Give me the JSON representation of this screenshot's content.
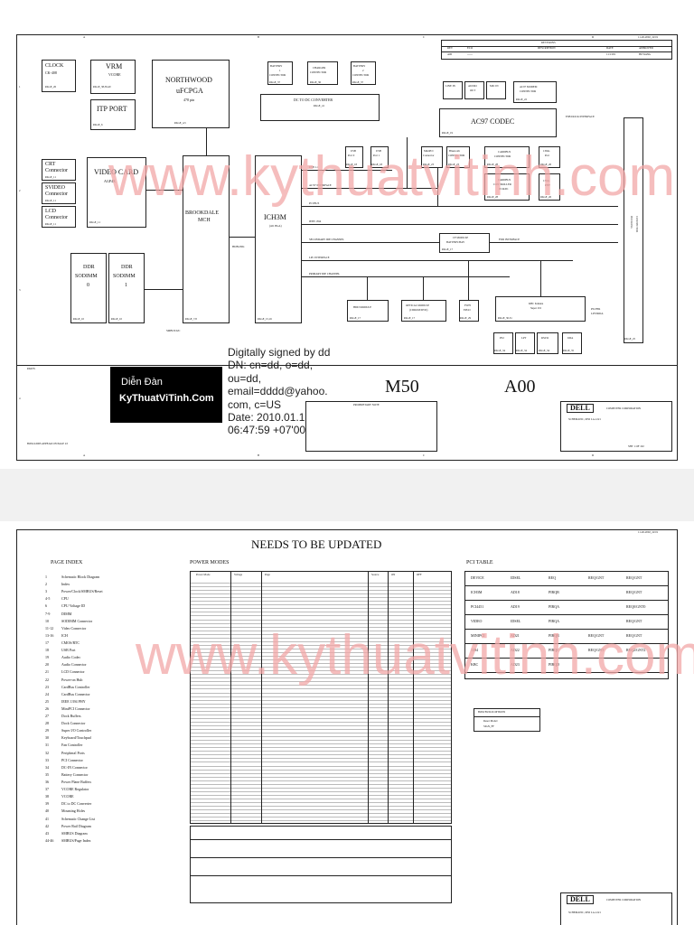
{
  "sheet1": {
    "corner_date": "11-26-2002_22:01",
    "col_labels": [
      "A",
      "B",
      "C",
      "D"
    ],
    "row_labels": [
      "1",
      "2",
      "3",
      "4"
    ],
    "blocks": {
      "clock": {
        "title": "CLOCK",
        "sub": "CK-408",
        "page": "PAGE_26"
      },
      "vrm": {
        "title": "VRM",
        "sub": "VCORE",
        "page": "PAGE_38,39,40"
      },
      "northwood": {
        "title": "NORTHWOOD",
        "title2": "uFCPGA",
        "sub": "478 pin",
        "page": "PAGE_4,5"
      },
      "itp": {
        "title": "ITP PORT",
        "page": "PAGE_6"
      },
      "crt": {
        "title": "CRT",
        "title2": "Connector",
        "page": "PAGE_11"
      },
      "svideo": {
        "title": "SVIDEO",
        "title2": "Connector",
        "page": "PAGE_11"
      },
      "lcd": {
        "title": "LCD",
        "title2": "Connector",
        "page": "PAGE_11"
      },
      "video": {
        "title": "VIDEO CARD",
        "sub": "AGP4X",
        "page": "PAGE_11"
      },
      "mch": {
        "title": "BROOKDALE",
        "title2": "MCH",
        "page": "PAGE_7,8"
      },
      "ddr0": {
        "title": "DDR",
        "title2": "SODIMM",
        "title3": "0",
        "page": "PAGE_10"
      },
      "ddr1": {
        "title": "DDR",
        "title2": "SODIMM",
        "title3": "1",
        "page": "PAGE_10"
      },
      "ich": {
        "title": "ICH3M",
        "sub": "(421 BGA)",
        "page": "PAGE_15,16"
      },
      "battery1": {
        "title": "BATTERY",
        "title2": "1",
        "title3": "CONNECTOR",
        "page": "PAGE_37"
      },
      "charger": {
        "title": "CHARGER",
        "title2": "CONNECTOR",
        "page": "PAGE_36"
      },
      "battery2": {
        "title": "BATTERY",
        "title2": "2",
        "title3": "CONNECTOR",
        "page": "PAGE_37"
      },
      "dcdc": {
        "title": "DC TO DC CONVERTER",
        "page": "PAGE_41"
      },
      "linein": {
        "title": "LINE IN"
      },
      "audioout": {
        "title": "AUDIO",
        "title2": "OUT"
      },
      "micin": {
        "title": "MIC IN"
      },
      "modem": {
        "title": "AC97 MODEM",
        "title2": "CONNECTOR",
        "page": "PAGE_22"
      },
      "codec": {
        "title": "AC97 CODEC",
        "page": "PAGE_19"
      },
      "usb0": {
        "title": "USB",
        "title2": "Port 0",
        "page": "PAGE_18"
      },
      "usb1": {
        "title": "USB",
        "title2": "Port 1",
        "page": "PAGE_18"
      },
      "minipci": {
        "title": "MiniPCI",
        "title2": "Connector",
        "page": "PAGE_23"
      },
      "bluetooth": {
        "title": "Bluetooth",
        "title2": "CONNECTOR",
        "page": "PAGE_23"
      },
      "cardbus": {
        "title": "CARDBUS",
        "title2": "CONNECTOR",
        "page": "PAGE_28"
      },
      "port1394": {
        "title": "1394a",
        "title2": "Port",
        "page": "PAGE_26"
      },
      "cardbusctl": {
        "title": "CARDBUS",
        "title2": "CONTROLLER",
        "title3": "PCI4451",
        "page": "PAGE_28"
      },
      "phy1394": {
        "title": "1394a",
        "title2": "PHY",
        "page": "PAGE_26"
      },
      "cfmodule": {
        "title": "CF MODULE",
        "title2": "BATTERY/BAY",
        "page": "PAGE_17"
      },
      "hddmodule": {
        "title": "HDD MODULE",
        "page": "PAGE_17"
      },
      "optical": {
        "title": "OPTICAL MODULE",
        "title2": "(CDROM/DVD)",
        "page": "PAGE_17"
      },
      "fwh": {
        "title": "FWH",
        "title2": "EPLD",
        "page": "PAGE_29"
      },
      "kbc": {
        "title": "KBC Kahuna",
        "title2": "Super I/O",
        "page": "PAGE_30,31"
      },
      "ps2": {
        "title": "PS2",
        "page": "PAGE_34"
      },
      "lpt": {
        "title": "LPT",
        "page": "PAGE_34"
      },
      "rs232": {
        "title": "RS232",
        "page": "PAGE_34"
      },
      "irda": {
        "title": "IrDA",
        "page": "PAGE_35"
      },
      "ps2lpt": {
        "title": "PS2/FIR",
        "title2": "LPT/IRDA"
      },
      "dock": {
        "title": "DOCKING",
        "title2": "CONNECTOR",
        "page": "PAGE_25"
      }
    },
    "buses": {
      "usb": "USB 1.1",
      "ac97": "AC'97 INTERFACE",
      "pci": "PCI BUS",
      "ieee": "IEEE 1394",
      "secondary_ide": "SECONDARY IDE CHANNEL",
      "lpc": "LPC INTERFACE",
      "primary_ide": "PRIMARY IDE CHANNEL",
      "pcmcia": "FDD INTERFACE",
      "hublink": "HUBLINK",
      "smbus": "SMBUS/I2C",
      "dock_interface": "ESB DOCK INTERFACE"
    },
    "revision_header": "REVISIONS",
    "revision_cols": [
      "REV",
      "ECO",
      "DESCRIPTION",
      "DATE",
      "APPROVED"
    ],
    "revision_row": [
      "A00",
      "------",
      "",
      "11/13/01",
      "HUWANG"
    ],
    "parts_title": "PARTS",
    "boms_note": "BOM ADDS APPEAR ON PAGE 43",
    "model": "M50",
    "revision": "A00",
    "proprietary": "PROPRIETARY NOTE",
    "company": "DELL",
    "company_sub": "COMPUTER CORPORATION",
    "schematic_title": "SCHEMATIC, M50 LA-1221",
    "sheet_text": "SHT 1 OF 102",
    "watermark_brand": "Diễn Đàn",
    "watermark_site": "KyThuatViTinh.Com",
    "signature": {
      "line1": "Digitally signed by dd",
      "line2": "DN: cn=dd, o=dd,",
      "line3": "ou=dd,",
      "line4": "email=dddd@yahoo.",
      "line5": "com, c=US",
      "line6": "Date: 2010.01.13",
      "line7": "06:47:59 +07'00'"
    },
    "wm_url": "www.kythuatvitinh.com"
  },
  "sheet2": {
    "corner_date": "11-26-2002_22:01",
    "title": "NEEDS TO BE UPDATED",
    "page_index_title": "PAGE INDEX",
    "power_modes_title": "POWER MODES",
    "pci_table_title": "PCI TABLE",
    "power_cols": [
      "Power Mode",
      "Voltage",
      "Page",
      "Source",
      "ON",
      "OFF"
    ],
    "bom_title": "BOM BUILD OPTIONS",
    "bom_rows": [
      "Reser Model",
      "SIGN_FF"
    ],
    "pci_rows": [
      [
        "DEVICE",
        "IDSEL",
        "REQ",
        "REQ/GNT",
        "REQ/GNT"
      ],
      [
        "ICH3M",
        "AD18",
        "PIRQB",
        "",
        "REQ/GNT"
      ],
      [
        "PCI4451",
        "AD19",
        "PIRQA",
        "",
        "REQ0/GNT0"
      ],
      [
        "VIDEO",
        "IDSEL",
        "PIRQA",
        "",
        "REQ/GNT"
      ],
      [
        "MINIPCI",
        "AD21",
        "PIRQB",
        "REQ/GNT",
        "REQ/GNT"
      ],
      [
        "1394",
        "AD22",
        "PIRQC",
        "REQ/GNT",
        "REQ2/GNT2"
      ],
      [
        "KBC",
        "AD23",
        "PIRQD",
        "",
        ""
      ]
    ],
    "index_items": [
      "Schematic Block Diagram",
      "Index",
      "Power/Clock/SMBUS/Reset",
      "CPU",
      "CPU Voltage ID",
      "DIMM",
      "SODIMM Connector",
      "Video Connector",
      "ICH",
      "CMOS/RTC",
      "USB Port",
      "Audio Codec",
      "Audio Connector",
      "LCD Connector",
      "Power-on Hub",
      "CardBus Controller",
      "CardBus Connector",
      "IEEE 1394 PHY",
      "MiniPCI Connector",
      "Dock Buffers",
      "Dock Connector",
      "Super I/O Controller",
      "Keyboard/Touchpad",
      "Fan Controller",
      "Peripheral Ports",
      "PCI Connector",
      "DC-IN Connector",
      "Battery Connector",
      "Power Plane Buffers",
      "VCORE Regulator",
      "VCORE",
      "DC to DC Converter",
      "Mounting Holes",
      "Schematic Change List",
      "Power Rail Diagram",
      "SMBUS Diagram",
      "SMBUS/Page Index"
    ],
    "index_pages": [
      "1",
      "2",
      "3",
      "4-5",
      "6",
      "7-9",
      "10",
      "11-12",
      "13-16",
      "17",
      "18",
      "19",
      "20",
      "21",
      "22",
      "23",
      "24",
      "25",
      "26",
      "27",
      "28",
      "29",
      "30",
      "31",
      "32",
      "33",
      "34",
      "35",
      "36",
      "37",
      "38",
      "39",
      "40",
      "41",
      "42",
      "43",
      "44-46"
    ],
    "company": "DELL",
    "company_sub": "COMPUTER CORPORATION",
    "schematic_title": "SCHEMATIC, M50 LA-1221"
  }
}
